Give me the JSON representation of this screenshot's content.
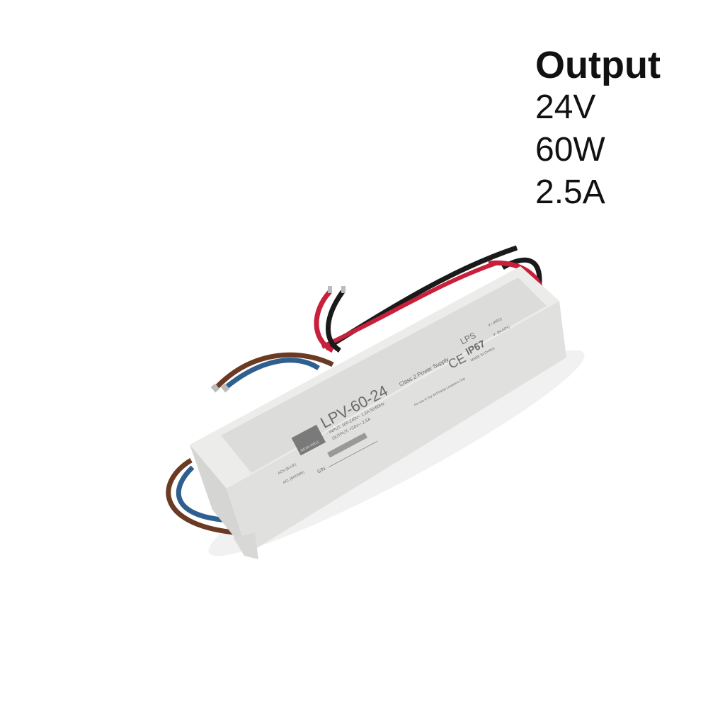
{
  "specs": {
    "title": "Output",
    "voltage": "24V",
    "power": "60W",
    "current": "2.5A"
  },
  "product_label": {
    "brand": "MEAN WELL",
    "model": "LPV-60-24",
    "type": "Class 2 Power Supply",
    "input": "· INPUT:  100-240V~   1.2A   50/60Hz",
    "output": "· OUTPUT:  +24V⎓   2.5A",
    "serial": "S/N:",
    "acn": "ACN (BLUE)",
    "acl": "ACL (BROWN)",
    "vplus": "V+ (RED)",
    "vminus": "V- (BLACK)",
    "lps": "LPS",
    "ip": "IP67",
    "ce": "CE",
    "origin": "MADE IN CHINA",
    "location": "For use in Dry and Damp Locations Only"
  },
  "colors": {
    "case": "#e9eae7",
    "label": "#dcdcda",
    "wire_red": "#c8203a",
    "wire_black": "#1a1a1a",
    "wire_brown": "#6b3a22",
    "wire_blue": "#2f5f8f"
  }
}
